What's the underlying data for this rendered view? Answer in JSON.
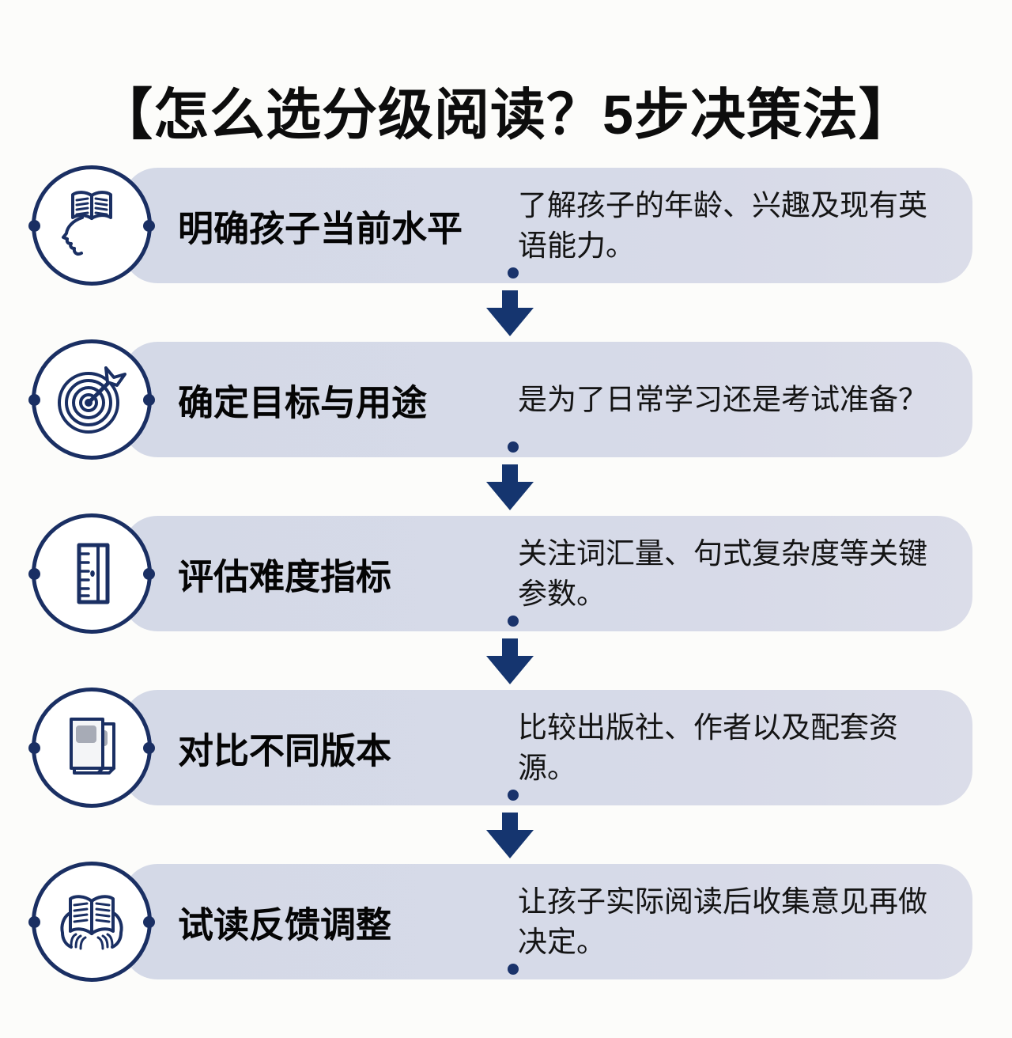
{
  "page": {
    "title": "【怎么选分级阅读？5步决策法】"
  },
  "colors": {
    "navy": "#1a2f63",
    "arrow_navy": "#15356f",
    "bar_background": "#d6dae8",
    "page_background": "#fcfcfa",
    "title_text": "#0d0d0d",
    "body_text": "#141414",
    "book_cover_gray": "#a7abb6"
  },
  "steps": [
    {
      "icon": "head-with-book-icon",
      "title": "明确孩子当前水平",
      "description": "了解孩子的年龄、兴趣及现有英语能力。"
    },
    {
      "icon": "target-dart-icon",
      "title": "确定目标与用途",
      "description": "是为了日常学习还是考试准备？"
    },
    {
      "icon": "ruler-icon",
      "title": "评估难度指标",
      "description": "关注词汇量、句式复杂度等关键参数。"
    },
    {
      "icon": "compare-books-icon",
      "title": "对比不同版本",
      "description": "比较出版社、作者以及配套资源。"
    },
    {
      "icon": "open-book-hands-icon",
      "title": "试读反馈调整",
      "description": "让孩子实际阅读后收集意见再做决定。"
    }
  ]
}
